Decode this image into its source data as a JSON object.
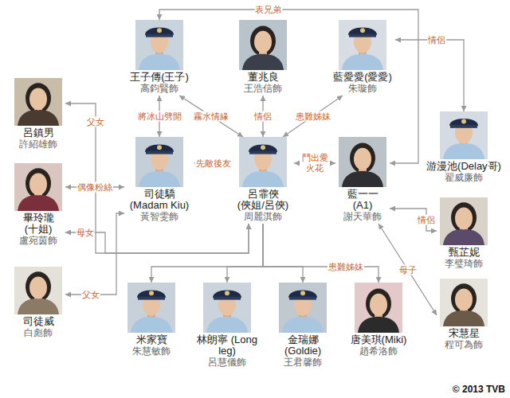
{
  "diagram": {
    "nodes": [
      {
        "text": [
          "王子傳(王子)",
          "高鈞賢飾"
        ]
      },
      {
        "text": [
          "董兆良",
          "王浩信飾"
        ]
      },
      {
        "text": [
          "藍愛愛(愛愛)",
          "朱璇飾"
        ]
      },
      {
        "text": [
          "呂鎮男",
          "許紹雄飾"
        ]
      },
      {
        "text": [
          "司徒驕 (Madam Kiu)",
          "黃智雯飾"
        ]
      },
      {
        "text": [
          "呂霏俠 (俠姐/呂俠)",
          "周麗淇飾"
        ]
      },
      {
        "text": [
          "藍一一 (A1)",
          "謝天華飾"
        ]
      },
      {
        "text": [
          "游漫池(Delay哥)",
          "翟威廉飾"
        ]
      },
      {
        "text": [
          "畢玲瓏 (十姐)",
          "盧宛茵飾"
        ]
      },
      {
        "text": [
          "甄芷妮",
          "李璧琦飾"
        ]
      },
      {
        "text": [
          "司徒威",
          "白彪飾"
        ]
      },
      {
        "text": [
          "米家寶",
          "朱慧敏飾"
        ]
      },
      {
        "text": [
          "林朗寧 (Long leg)",
          "呂慧儀飾"
        ]
      },
      {
        "text": [
          "金瑞娜 (Goldie)",
          "王君馨飾"
        ]
      },
      {
        "text": [
          "唐美琪(Miki)",
          "趙希洛飾"
        ]
      },
      {
        "text": [
          "宋慧星",
          "程可為飾"
        ]
      }
    ],
    "edges": [
      {
        "from": 0,
        "to": 6,
        "label": "表兄弟",
        "arrow": "both"
      },
      {
        "from": 2,
        "to": 7,
        "label": "情侶",
        "arrow": "both"
      },
      {
        "from": 0,
        "to": 4,
        "label": "將冰山劈開",
        "arrow": "both"
      },
      {
        "from": 0,
        "to": 5,
        "label": "霧水情緣",
        "arrow": "both"
      },
      {
        "from": 1,
        "to": 5,
        "label": "情侶",
        "arrow": "both"
      },
      {
        "from": 2,
        "to": 5,
        "label": "患難姊妹",
        "arrow": "both"
      },
      {
        "from": 3,
        "to": 5,
        "label": "父女",
        "arrow": "both"
      },
      {
        "from": 8,
        "to": 4,
        "label": "偶像粉絲",
        "arrow": "both"
      },
      {
        "from": 8,
        "to": 5,
        "label": "母女",
        "arrow": "both"
      },
      {
        "from": 10,
        "to": 4,
        "label": "父女",
        "arrow": "both"
      },
      {
        "from": 4,
        "to": 5,
        "label": "先敵後友",
        "arrow": "both"
      },
      {
        "from": 5,
        "to": 6,
        "label": "鬥出愛 火花",
        "arrow": "both"
      },
      {
        "from": 6,
        "to": 9,
        "label": "情侶",
        "arrow": "both"
      },
      {
        "from": 6,
        "to": 15,
        "label": "母子",
        "arrow": "both"
      },
      {
        "from": 5,
        "to": 14,
        "label": "患難姊妹",
        "arrow": "to"
      },
      {
        "from": 5,
        "to": 11,
        "arrow": "to"
      },
      {
        "from": 5,
        "to": 12,
        "arrow": "to"
      },
      {
        "from": 5,
        "to": 13,
        "arrow": "to"
      }
    ],
    "labels": [
      "© 2013 TVB"
    ]
  }
}
